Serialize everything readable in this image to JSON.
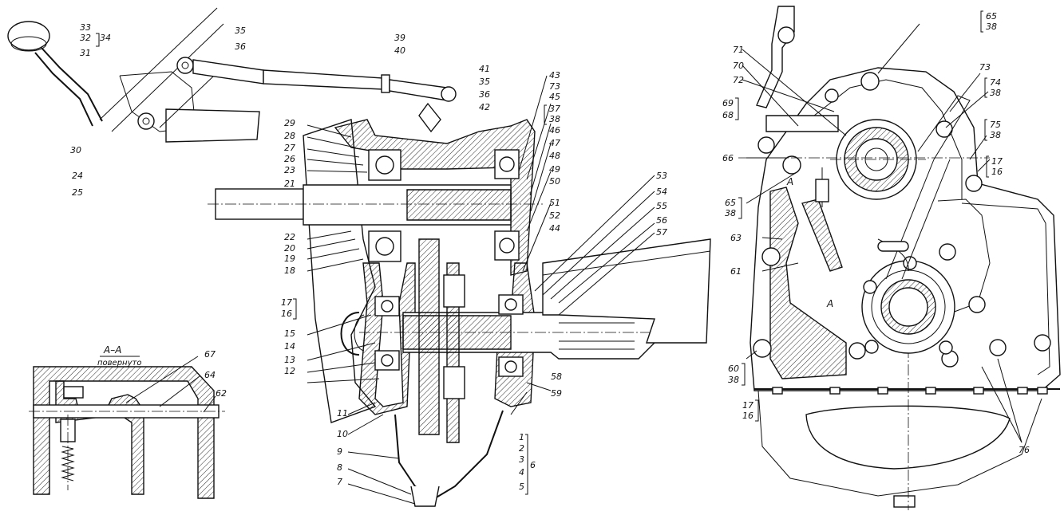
{
  "section": {
    "title": "A–A",
    "subtitle": "повернуто"
  },
  "view_marks": [
    "A",
    "A"
  ],
  "callouts": {
    "lever": [
      "33",
      "32",
      "34",
      "31",
      "30",
      "24",
      "25"
    ],
    "shift_linkage": [
      "35",
      "36",
      "39",
      "40",
      "41",
      "35",
      "36",
      "42"
    ],
    "section_left": [
      "29",
      "28",
      "27",
      "26",
      "23",
      "21",
      "22",
      "20",
      "19",
      "18",
      "17",
      "16",
      "15",
      "14",
      "13",
      "12",
      "11",
      "10",
      "9",
      "8",
      "7"
    ],
    "section_right": [
      "43",
      "73",
      "45",
      "37",
      "38",
      "46",
      "47",
      "48",
      "49",
      "50",
      "51",
      "52",
      "44",
      "53",
      "54",
      "55",
      "56",
      "57",
      "58",
      "59",
      "1",
      "2",
      "3",
      "6",
      "4",
      "5"
    ],
    "detail": [
      "67",
      "64",
      "62"
    ],
    "end_view": [
      "65",
      "38",
      "71",
      "70",
      "72",
      "73",
      "74",
      "38",
      "69",
      "68",
      "66",
      "75",
      "38",
      "17",
      "16",
      "65",
      "38",
      "63",
      "61",
      "60",
      "38",
      "17",
      "16",
      "76"
    ]
  }
}
